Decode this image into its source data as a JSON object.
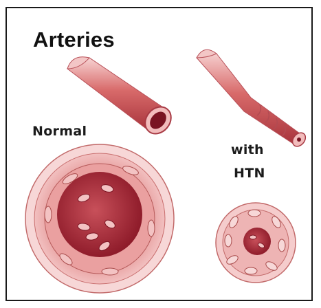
{
  "title": "Arteries",
  "labels": {
    "normal": "Normal",
    "with": "with",
    "htn": "HTN"
  },
  "colors": {
    "frame_border": "#1a1a1a",
    "artery_outer": "#e8a3a3",
    "artery_wall": "#d86a6a",
    "lumen": "#9e1f2b",
    "cell": "#f3c3c3",
    "text": "#111111"
  }
}
